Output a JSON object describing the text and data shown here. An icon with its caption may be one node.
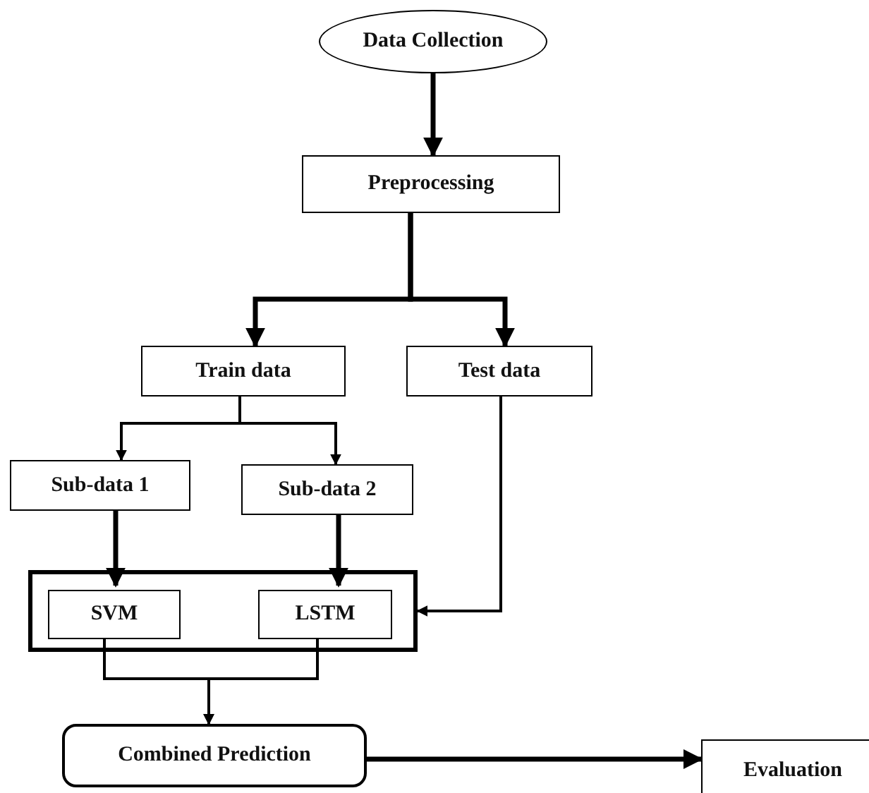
{
  "diagram": {
    "nodes": [
      {
        "text": [
          "Data Collection"
        ]
      },
      {
        "text": [
          "Preprocessing"
        ]
      },
      {
        "text": [
          "Train data"
        ]
      },
      {
        "text": [
          "Test data"
        ]
      },
      {
        "text": [
          "Sub-data 1"
        ]
      },
      {
        "text": [
          "Sub-data 2"
        ]
      },
      {
        "text": [],
        "shape": "box"
      },
      {
        "text": [
          "SVM"
        ],
        "in": 6
      },
      {
        "text": [
          "LSTM"
        ],
        "in": 6
      },
      {
        "text": [
          "Combined Prediction"
        ]
      },
      {
        "text": [
          "Evaluation"
        ]
      }
    ],
    "edges": [
      {
        "from": 0,
        "to": 1,
        "arrow": "to"
      },
      {
        "from": 1,
        "to": 2,
        "arrow": "to"
      },
      {
        "from": 1,
        "to": 3,
        "arrow": "to"
      },
      {
        "from": 2,
        "to": 4,
        "arrow": "to"
      },
      {
        "from": 2,
        "to": 5,
        "arrow": "to"
      },
      {
        "from": 4,
        "to": 7,
        "arrow": "to"
      },
      {
        "from": 5,
        "to": 8,
        "arrow": "to"
      },
      {
        "from": 3,
        "to": 6,
        "arrow": "to"
      },
      {
        "from": 7,
        "to": 9,
        "arrow": "to"
      },
      {
        "from": 8,
        "to": 9,
        "arrow": "to"
      },
      {
        "from": 9,
        "to": 10,
        "arrow": "to"
      }
    ]
  }
}
